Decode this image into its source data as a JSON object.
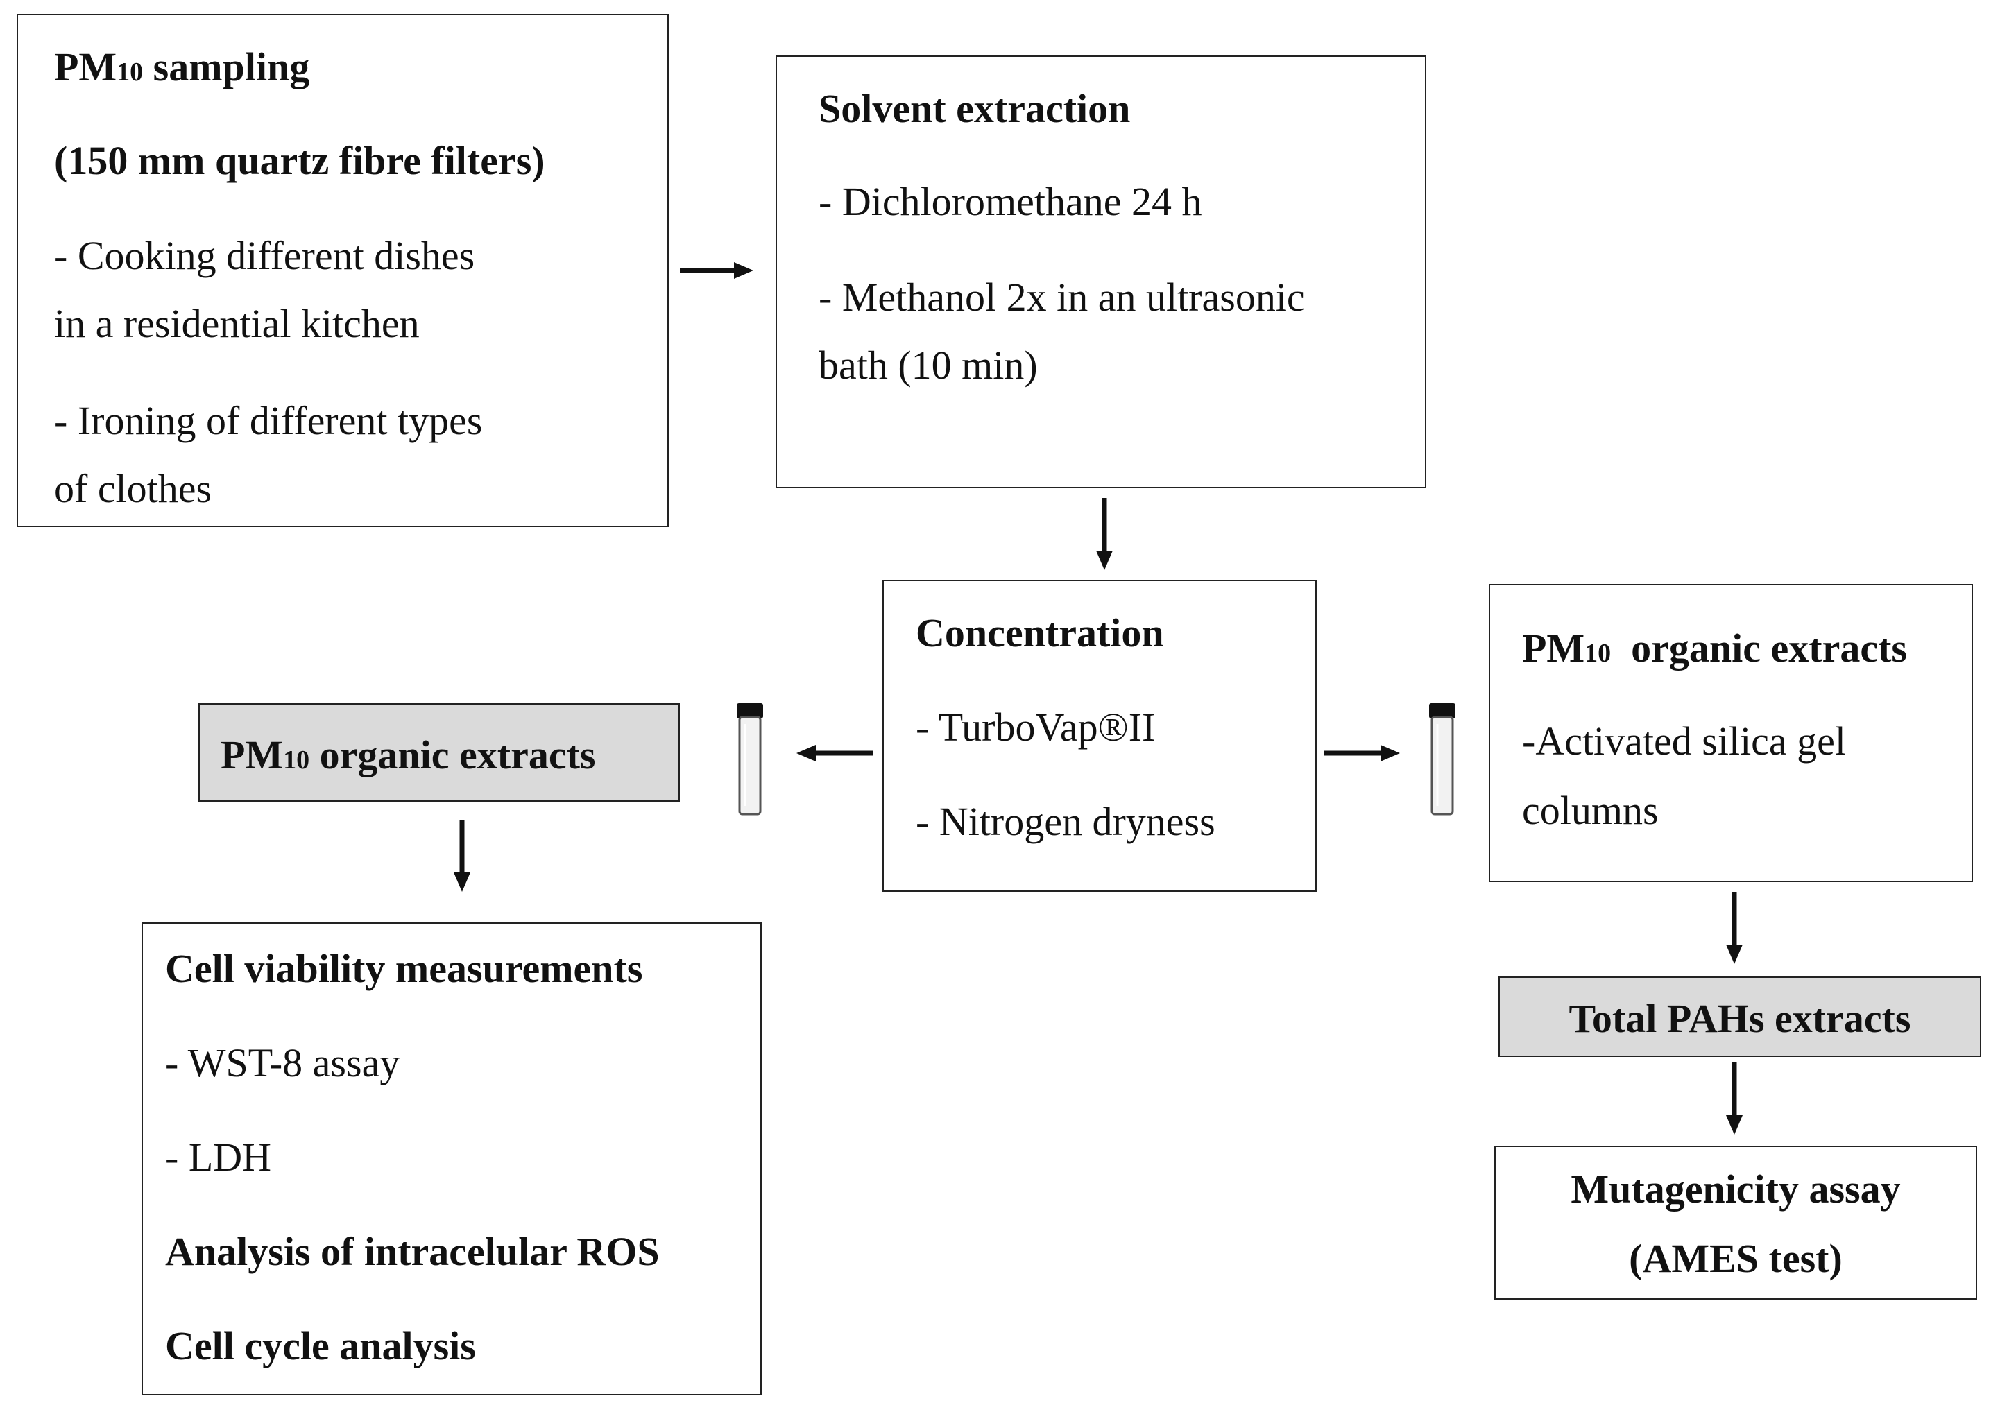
{
  "sampling": {
    "title_pm": "PM",
    "title_sub": "10",
    "title_rest": " sampling",
    "line2": "(150 mm quartz fibre filters)",
    "line3": "- Cooking different dishes",
    "line4": "in a residential kitchen",
    "line5": "- Ironing of different types",
    "line6": "of clothes"
  },
  "extraction": {
    "title": "Solvent extraction",
    "line1": "- Dichloromethane 24 h",
    "line2": "- Methanol 2x in an ultrasonic",
    "line3": "bath (10 min)"
  },
  "concentration": {
    "title": "Concentration",
    "line1": "- TurboVap®II",
    "line2": "- Nitrogen dryness"
  },
  "left_extracts": {
    "pm": "PM",
    "sub": "10",
    "rest": " organic extracts"
  },
  "right_extracts": {
    "pm": "PM",
    "sub": "10",
    "rest": "  organic extracts",
    "line1": "-Activated silica gel",
    "line2": "columns"
  },
  "cell": {
    "title": "Cell viability measurements",
    "line1": "- WST-8 assay",
    "line2": "- LDH",
    "line3": "Analysis of intracelular ROS",
    "line4": "Cell cycle analysis"
  },
  "pahs": {
    "title": "Total PAHs extracts"
  },
  "mutagenicity": {
    "line1": "Mutagenicity assay",
    "line2": "(AMES test)"
  }
}
